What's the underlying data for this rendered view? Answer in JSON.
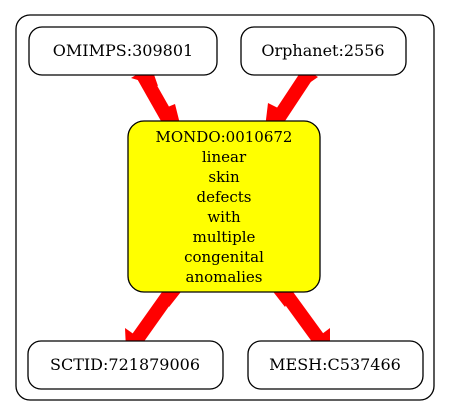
{
  "diagram": {
    "center_node": {
      "id": "MONDO:0010672",
      "lines": [
        "linear",
        "skin",
        "defects",
        "with",
        "multiple",
        "congenital",
        "anomalies"
      ],
      "fill_color": "#ffff00"
    },
    "nodes": {
      "top_left": "OMIMPS:309801",
      "top_right": "Orphanet:2556",
      "bottom_left": "SCTID:721879006",
      "bottom_right": "MESH:C537466"
    },
    "edge_color": "#ff0000"
  }
}
